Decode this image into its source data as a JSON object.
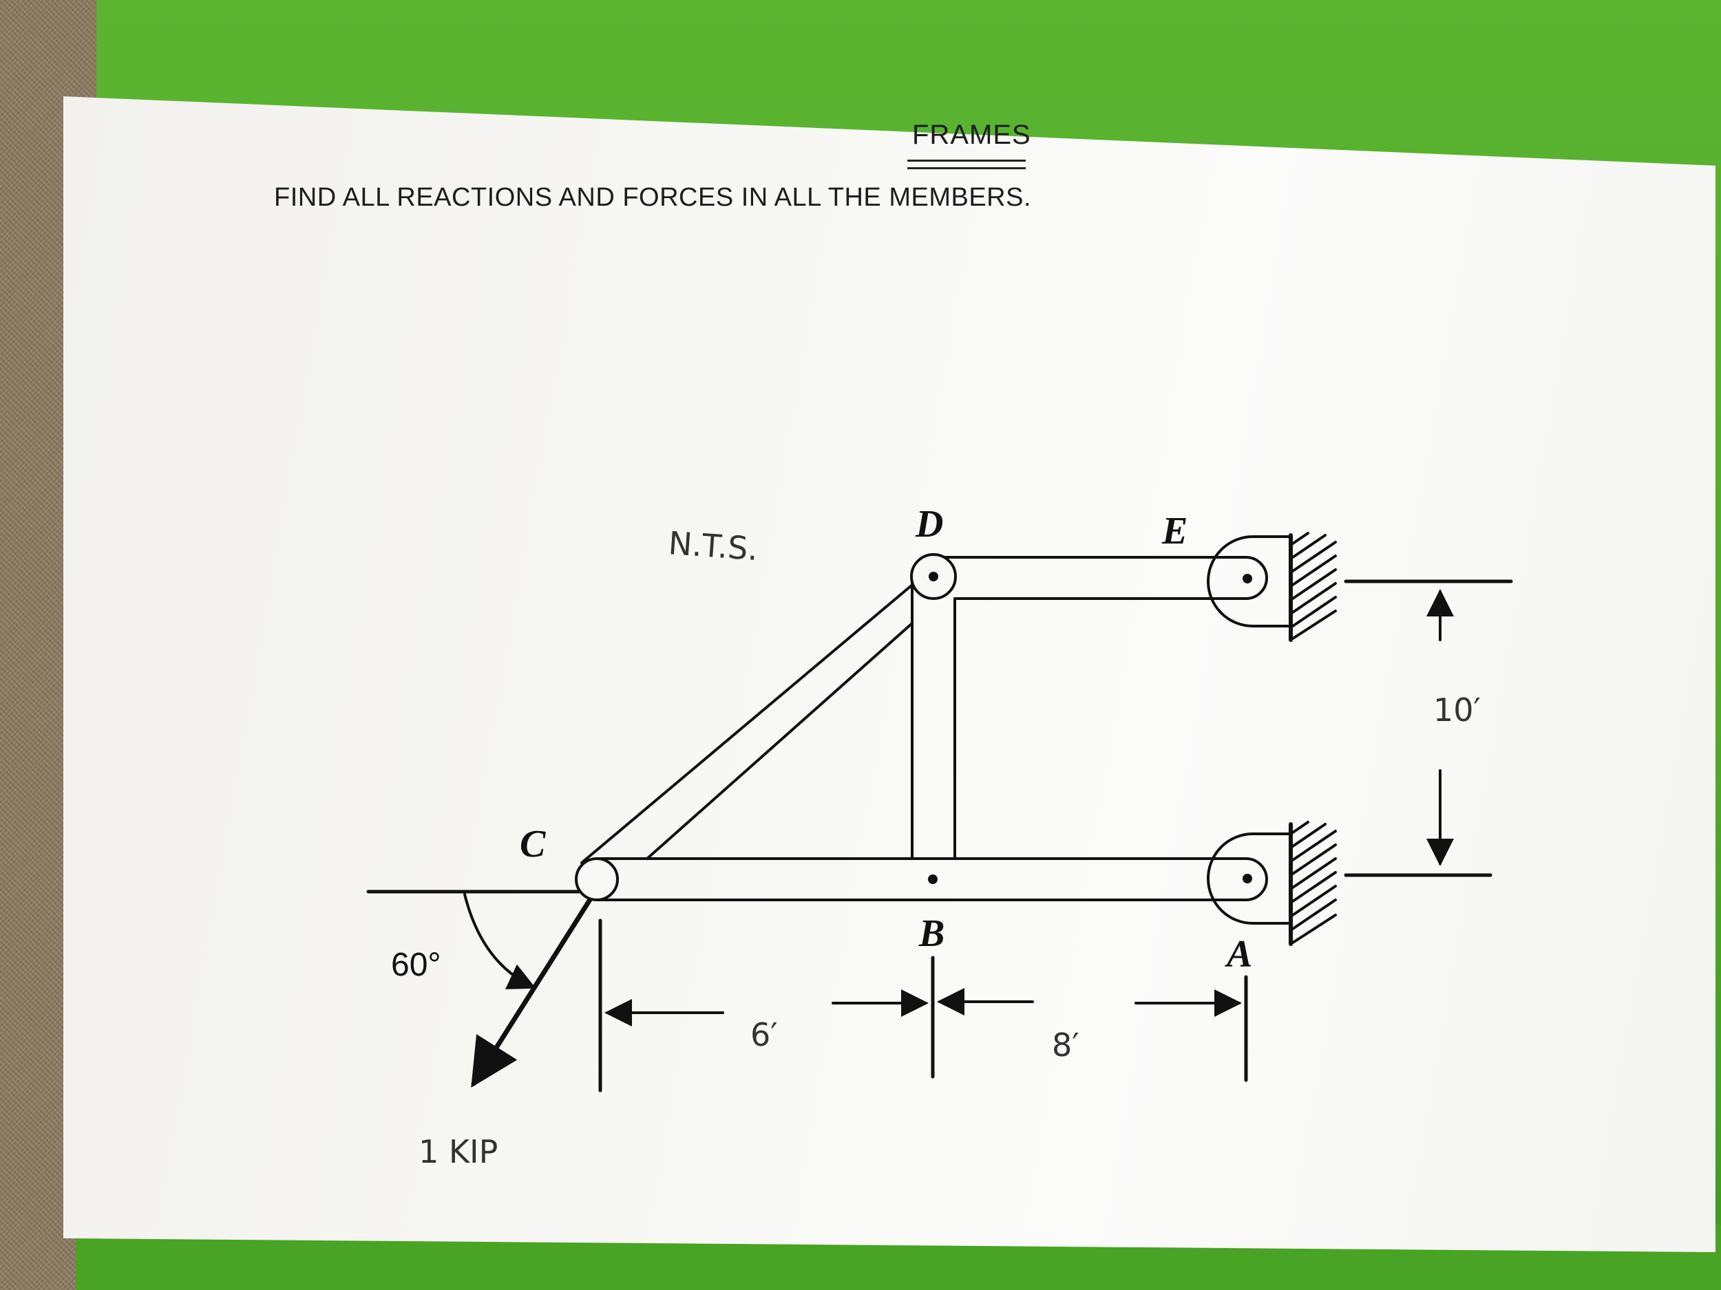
{
  "header": {
    "title": "FRAMES",
    "instruction": "FIND ALL REACTIONS AND FORCES IN ALL THE MEMBERS."
  },
  "diagram": {
    "scale_note": "N.T.S.",
    "points": {
      "a": "A",
      "b": "B",
      "c": "C",
      "d": "D",
      "e": "E"
    },
    "dimensions": {
      "cb": "6′",
      "ba": "8′",
      "height": "10′"
    },
    "load": {
      "magnitude": "1 KIP",
      "angle": "60°"
    }
  },
  "colors": {
    "board": "#4fa828",
    "paper": "#f7f7f4",
    "ink": "#111111"
  }
}
